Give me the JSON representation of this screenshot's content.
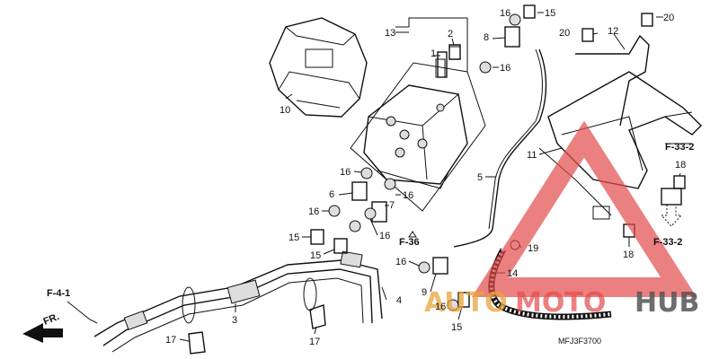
{
  "callouts": {
    "c1": "1",
    "c2": "2",
    "c3": "3",
    "c4": "4",
    "c5": "5",
    "c6": "6",
    "c7": "7",
    "c8": "8",
    "c9": "9",
    "c10": "10",
    "c11": "11",
    "c12": "12",
    "c13": "13",
    "c14": "14",
    "c15a": "15",
    "c15b": "15",
    "c15c": "15",
    "c15d": "15",
    "c16a": "16",
    "c16b": "16",
    "c16c": "16",
    "c16d": "16",
    "c16e": "16",
    "c16f": "16",
    "c16g": "16",
    "c16h": "16",
    "c17a": "17",
    "c17b": "17",
    "c18a": "18",
    "c18b": "18",
    "c19": "19",
    "c20a": "20",
    "c20b": "20"
  },
  "refs": {
    "f33a": "F-33-2",
    "f33b": "F-33-2",
    "f36": "F-36",
    "f41": "F-4-1",
    "fr": "FR."
  },
  "diagram_code": "MFJ3F3700",
  "watermark": {
    "part1": "AUTO",
    "part2": "MOTO",
    "part3": "HUB"
  },
  "colors": {
    "watermark_red": "#e24a4a",
    "watermark_orange": "#e8a33a",
    "watermark_gray": "#555555"
  }
}
